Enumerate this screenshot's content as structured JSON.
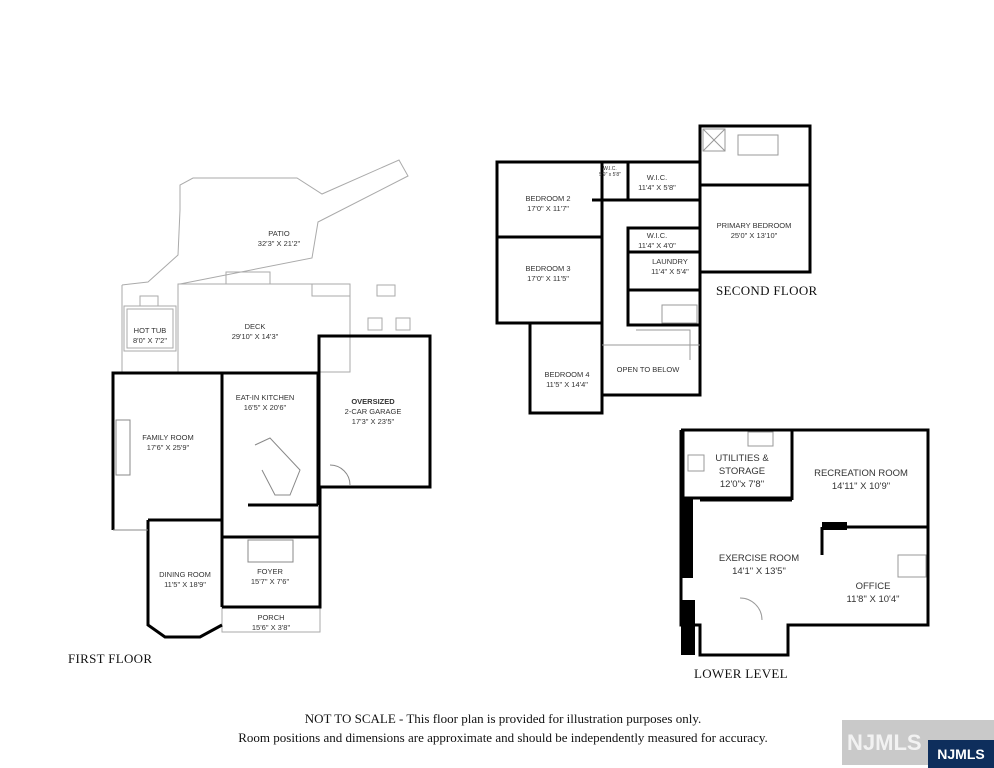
{
  "first_floor": {
    "title": "FIRST FLOOR",
    "rooms": [
      {
        "name": "PATIO",
        "dim": "32'3\" X 21'2\""
      },
      {
        "name": "HOT TUB",
        "dim": "8'0\" X 7'2\""
      },
      {
        "name": "DECK",
        "dim": "29'10\" X 14'3\""
      },
      {
        "name": "FAMILY ROOM",
        "dim": "17'6\" X 25'9\""
      },
      {
        "name": "EAT-IN KITCHEN",
        "dim": "16'5\" X 20'6\""
      },
      {
        "name": "OVERSIZED",
        "name2": "2-CAR GARAGE",
        "dim": "17'3\" X 23'5\""
      },
      {
        "name": "DINING ROOM",
        "dim": "11'5\" X 18'9\""
      },
      {
        "name": "FOYER",
        "dim": "15'7\" X 7'6\""
      },
      {
        "name": "PORCH",
        "dim": "15'6\" X 3'8\""
      }
    ]
  },
  "second_floor": {
    "title": "SECOND FLOOR",
    "rooms": [
      {
        "name": "BEDROOM 2",
        "dim": "17'0\" X 11'7\""
      },
      {
        "name": "W.I.C.",
        "dim": "5'9\" x 5'8\""
      },
      {
        "name": "W.I.C.",
        "dim": "11'4\" X 5'8\""
      },
      {
        "name": "PRIMARY BEDROOM",
        "dim": "25'0\" X 13'10\""
      },
      {
        "name": "W.I.C.",
        "dim": "11'4\" X 4'0\""
      },
      {
        "name": "LAUNDRY",
        "dim": "11'4\" X 5'4\""
      },
      {
        "name": "BEDROOM 3",
        "dim": "17'0\" X 11'5\""
      },
      {
        "name": "BEDROOM 4",
        "dim": "11'5\" X 14'4\""
      },
      {
        "name": "OPEN TO BELOW"
      }
    ]
  },
  "lower_level": {
    "title": "LOWER LEVEL",
    "rooms": [
      {
        "name": "UTILITIES &",
        "name2": "STORAGE",
        "dim": "12'0\"x 7'8\""
      },
      {
        "name": "RECREATION ROOM",
        "dim": "14'11\" X 10'9\""
      },
      {
        "name": "EXERCISE ROOM",
        "dim": "14'1\" X 13'5\""
      },
      {
        "name": "OFFICE",
        "dim": "11'8\" X 10'4\""
      }
    ]
  },
  "disclaimer": {
    "line1": "NOT TO SCALE - This floor plan is provided for illustration purposes only.",
    "line2": "Room positions and dimensions are approximate and should be independently measured for accuracy."
  },
  "watermark": {
    "ghost": "NJMLS",
    "badge": "NJMLS",
    "badge_color": "#0e2e5c"
  }
}
